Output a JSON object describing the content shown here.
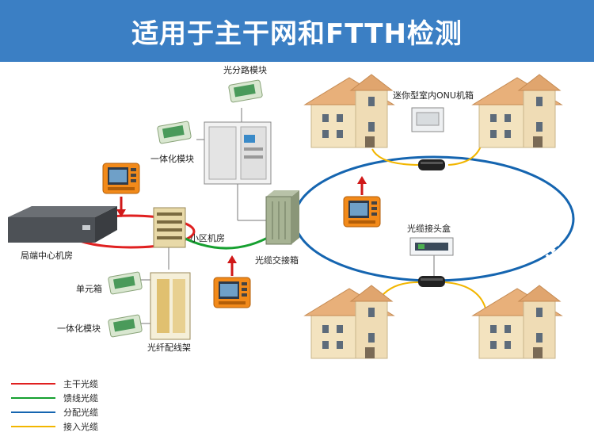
{
  "title": "适用于主干网和FTTH检测",
  "labels": {
    "splitter_module": "光分路模块",
    "integrated_module_top": "一体化模块",
    "central_office": "局端中心机房",
    "community_room": "小区机房",
    "cross_connect_box": "光缆交接箱",
    "onu_box": "迷你型室内ONU机箱",
    "splice_closure": "光缆接头盒",
    "unit_box": "单元箱",
    "integrated_module_bottom": "一体化模块",
    "odf": "光纤配线架"
  },
  "legend": [
    {
      "label": "主干光缆",
      "color": "#e02020"
    },
    {
      "label": "馈线光缆",
      "color": "#16a030"
    },
    {
      "label": "分配光缆",
      "color": "#1565b0"
    },
    {
      "label": "接入光缆",
      "color": "#f2b600"
    }
  ],
  "colors": {
    "banner": "#3b7fc4",
    "trunk": "#e02020",
    "feeder": "#16a030",
    "distribution": "#1565b0",
    "drop": "#f2b600",
    "arrow": "#d01818",
    "otdr_body": "#f28a1a"
  }
}
